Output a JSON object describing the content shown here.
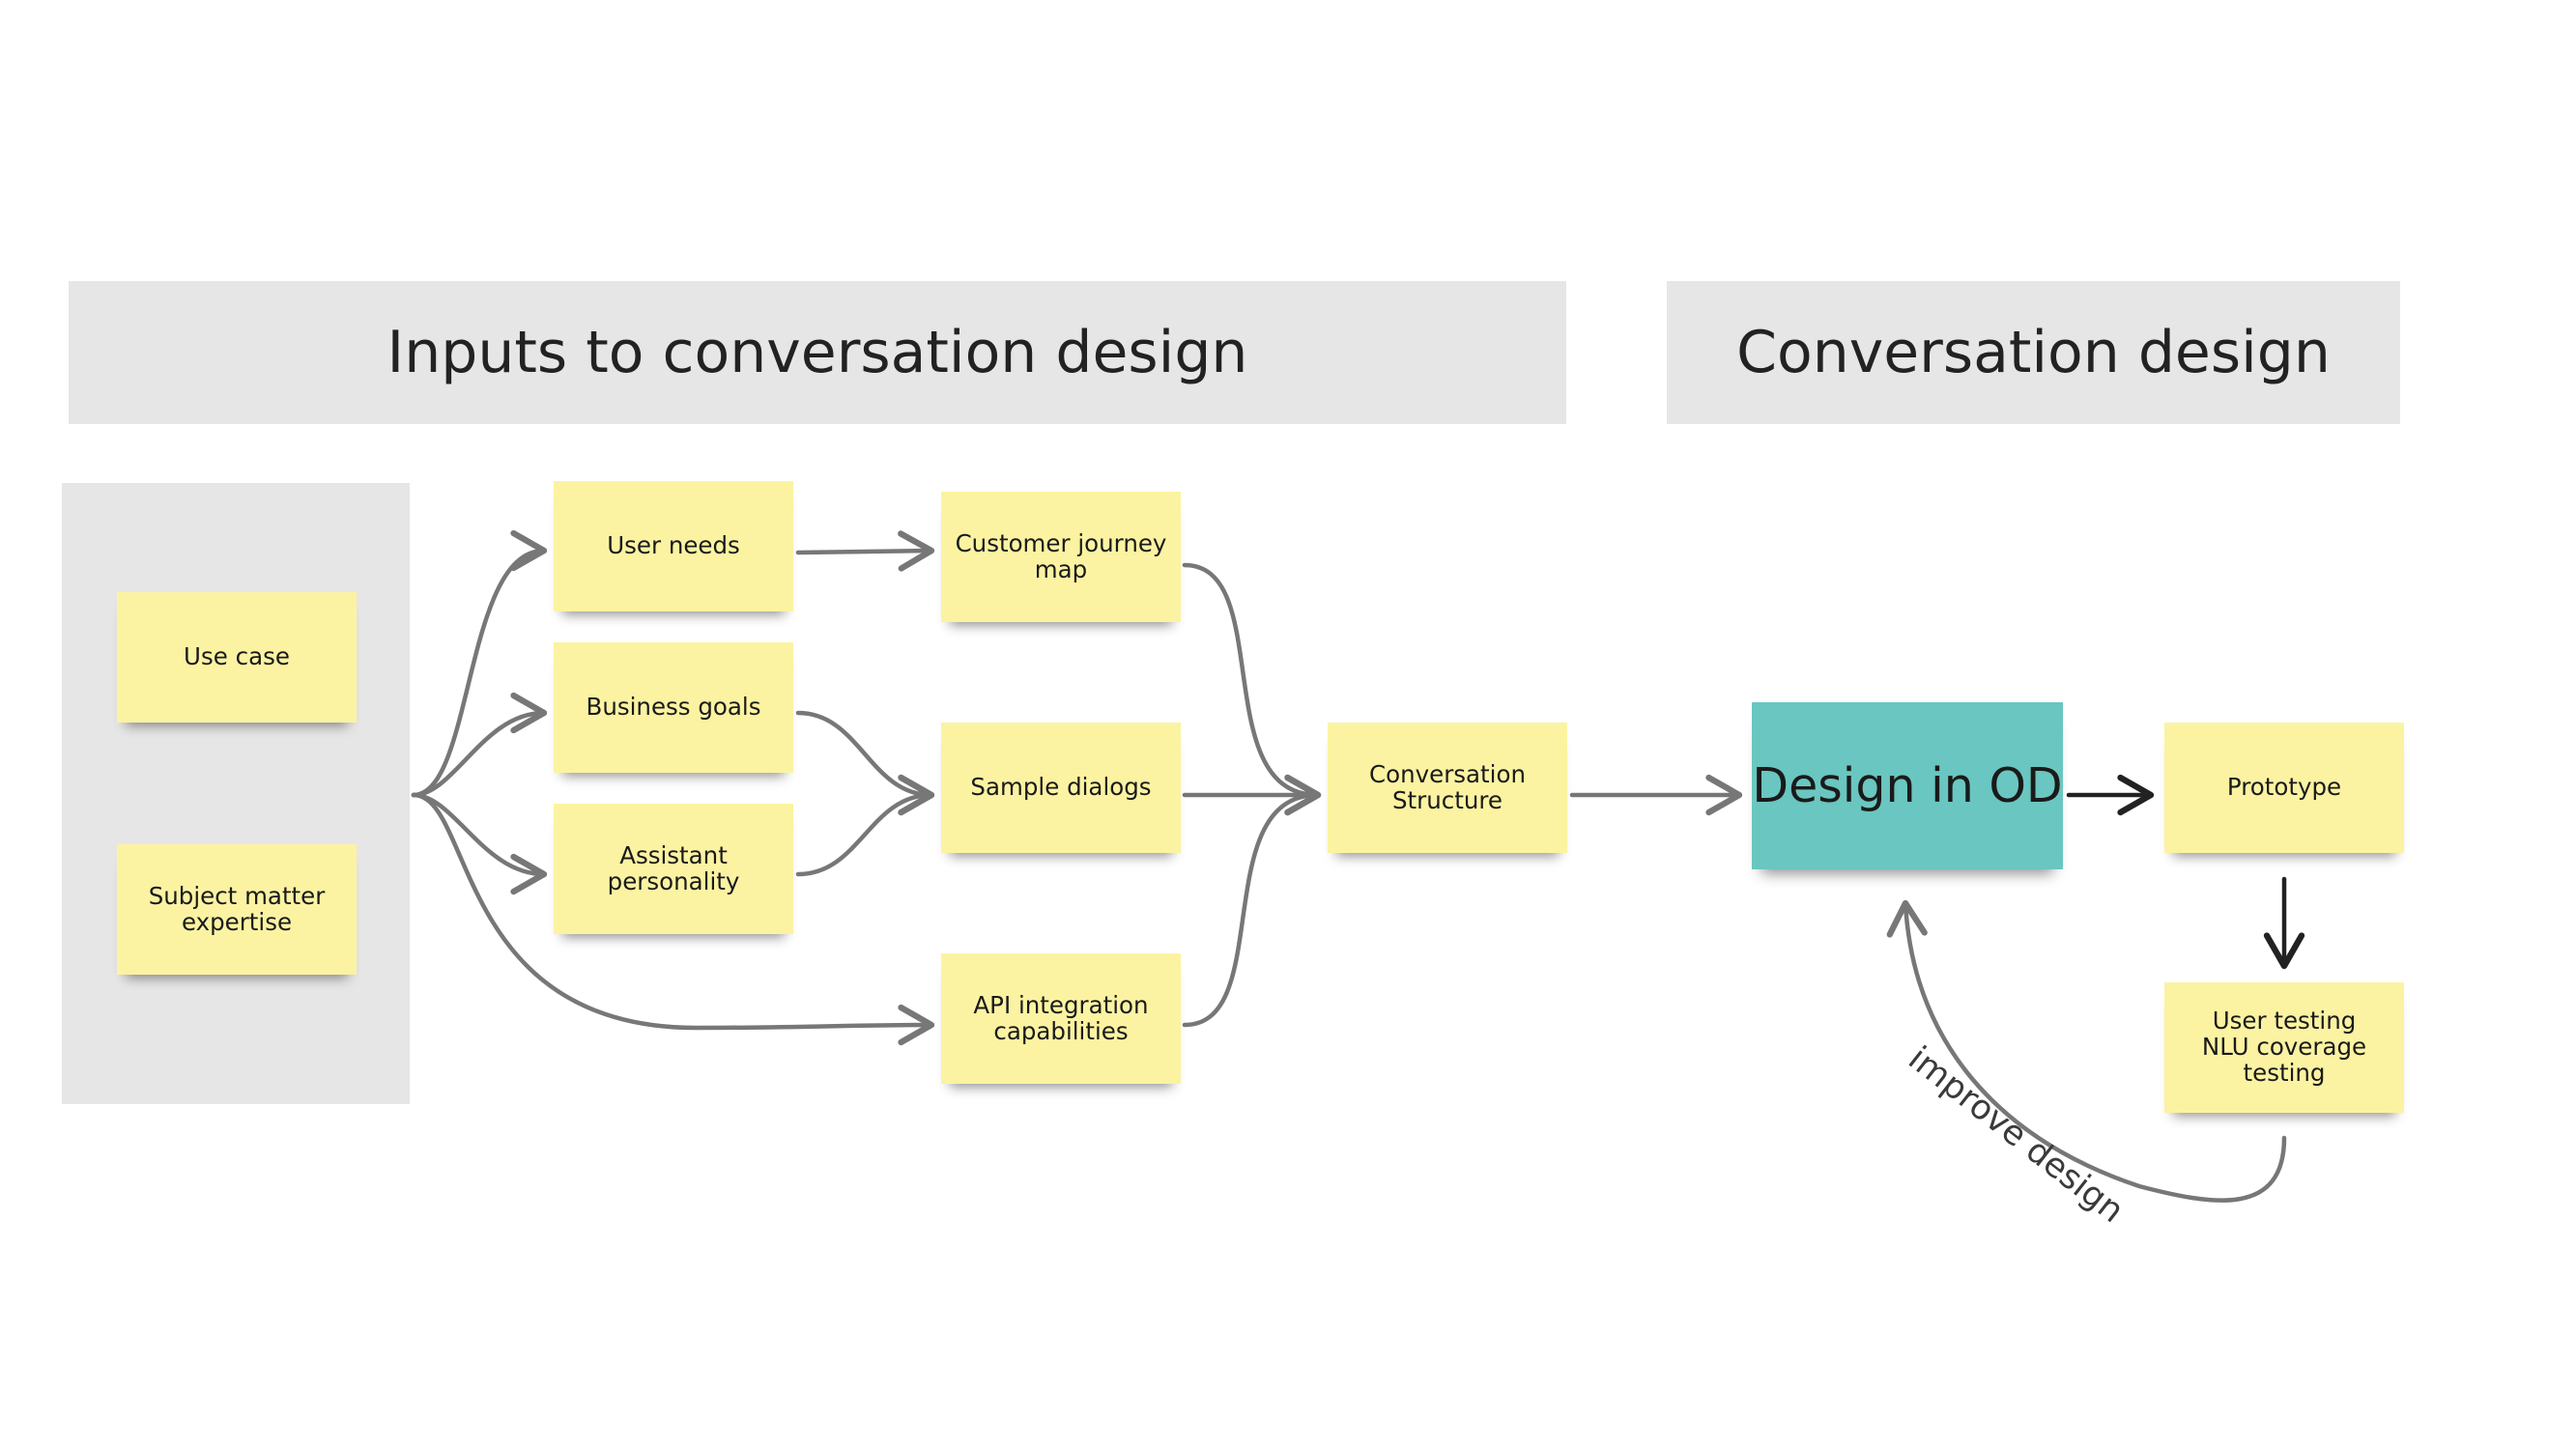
{
  "headers": {
    "inputs": "Inputs to conversation design",
    "design": "Conversation design"
  },
  "notes": {
    "use_case": "Use case",
    "subject_matter": "Subject matter\nexpertise",
    "user_needs": "User needs",
    "business_goals": "Business goals",
    "assistant_personality": "Assistant\npersonality",
    "customer_journey": "Customer journey\nmap",
    "sample_dialogs": "Sample dialogs",
    "api_integration": "API integration\ncapabilities",
    "conversation_structure": "Conversation\nStructure",
    "design_in_od": "Design in OD",
    "prototype": "Prototype",
    "user_testing": "User testing\nNLU coverage\ntesting"
  },
  "loop_label": "improve design",
  "colors": {
    "sticky": "#fbf3a2",
    "teal": "#6ac6c0",
    "header_bg": "#e6e6e6",
    "arrow_gray": "#777777",
    "arrow_dark": "#222222"
  }
}
